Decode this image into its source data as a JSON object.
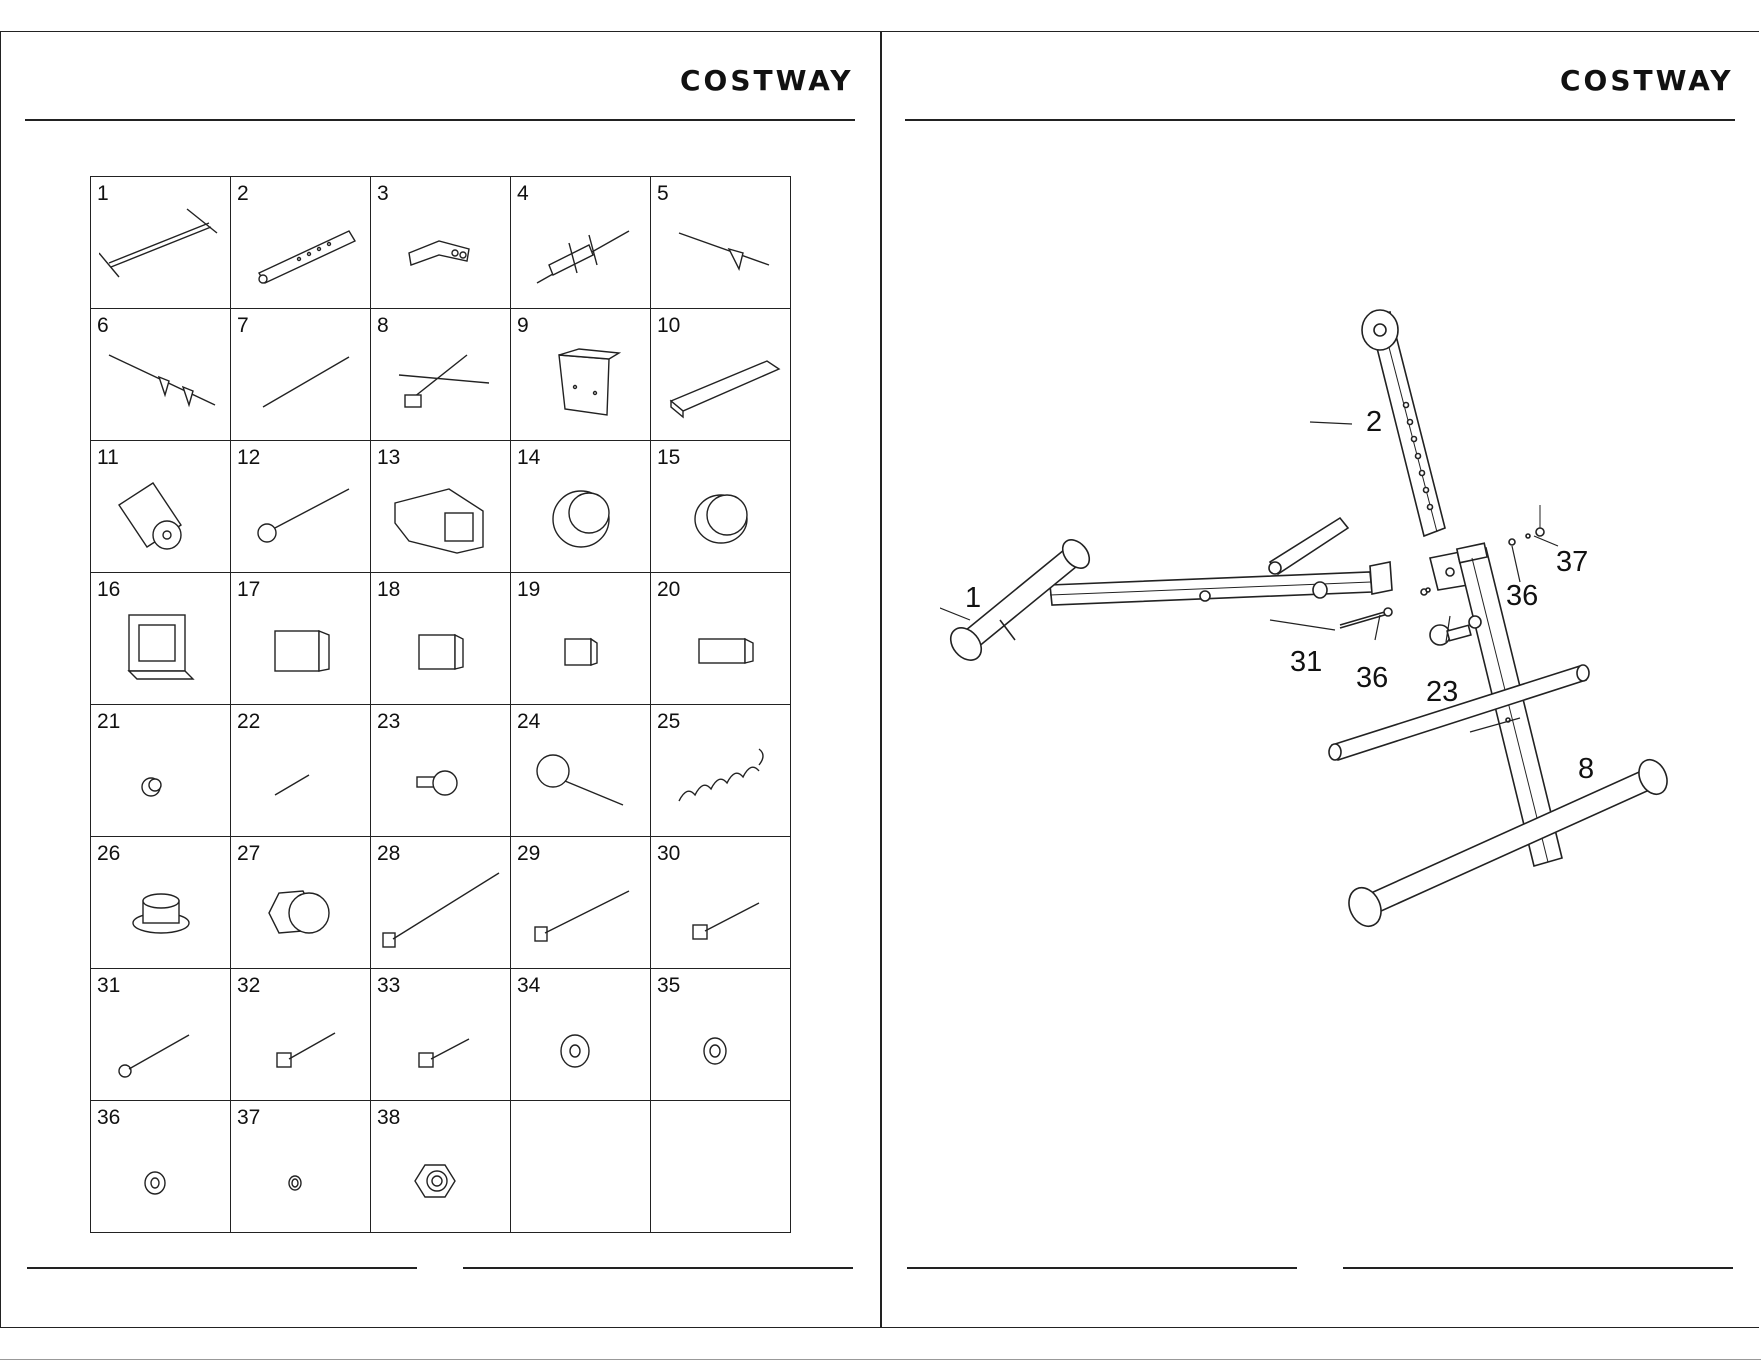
{
  "brand": "COSTWAY",
  "parts": [
    {
      "num": "1",
      "icon": "main-frame-icon"
    },
    {
      "num": "2",
      "icon": "upright-tube-icon"
    },
    {
      "num": "3",
      "icon": "bracket-tube-icon"
    },
    {
      "num": "4",
      "icon": "seat-frame-icon"
    },
    {
      "num": "5",
      "icon": "adjuster-bar-icon"
    },
    {
      "num": "6",
      "icon": "adjuster-bar-long-icon"
    },
    {
      "num": "7",
      "icon": "straight-tube-icon"
    },
    {
      "num": "8",
      "icon": "front-frame-icon"
    },
    {
      "num": "9",
      "icon": "back-pad-icon"
    },
    {
      "num": "10",
      "icon": "seat-pad-icon"
    },
    {
      "num": "11",
      "icon": "foam-roller-icon"
    },
    {
      "num": "12",
      "icon": "knob-pin-icon"
    },
    {
      "num": "13",
      "icon": "sleeve-bracket-icon"
    },
    {
      "num": "14",
      "icon": "end-cap-large-icon"
    },
    {
      "num": "15",
      "icon": "round-cap-icon"
    },
    {
      "num": "16",
      "icon": "square-bushing-icon"
    },
    {
      "num": "17",
      "icon": "square-plug-large-icon"
    },
    {
      "num": "18",
      "icon": "square-plug-icon"
    },
    {
      "num": "19",
      "icon": "square-plug-small-icon"
    },
    {
      "num": "20",
      "icon": "rect-plug-icon"
    },
    {
      "num": "21",
      "icon": "small-spring-cap-icon"
    },
    {
      "num": "22",
      "icon": "pin-icon"
    },
    {
      "num": "23",
      "icon": "knob-icon"
    },
    {
      "num": "24",
      "icon": "ball-knob-bolt-icon"
    },
    {
      "num": "25",
      "icon": "spring-icon"
    },
    {
      "num": "26",
      "icon": "flange-bushing-icon"
    },
    {
      "num": "27",
      "icon": "cap-nut-icon"
    },
    {
      "num": "28",
      "icon": "long-bolt-icon"
    },
    {
      "num": "29",
      "icon": "bolt-icon"
    },
    {
      "num": "30",
      "icon": "short-bolt-icon"
    },
    {
      "num": "31",
      "icon": "button-bolt-icon"
    },
    {
      "num": "32",
      "icon": "hex-bolt-icon"
    },
    {
      "num": "33",
      "icon": "hex-bolt-short-icon"
    },
    {
      "num": "34",
      "icon": "large-washer-icon"
    },
    {
      "num": "35",
      "icon": "washer-icon"
    },
    {
      "num": "36",
      "icon": "small-washer-icon"
    },
    {
      "num": "37",
      "icon": "spring-washer-icon"
    },
    {
      "num": "38",
      "icon": "lock-nut-icon"
    },
    {
      "num": "",
      "icon": ""
    },
    {
      "num": "",
      "icon": ""
    }
  ],
  "callouts": {
    "c1": "1",
    "c2": "2",
    "c8": "8",
    "c23": "23",
    "c31": "31",
    "c36a": "36",
    "c36b": "36",
    "c37": "37"
  }
}
